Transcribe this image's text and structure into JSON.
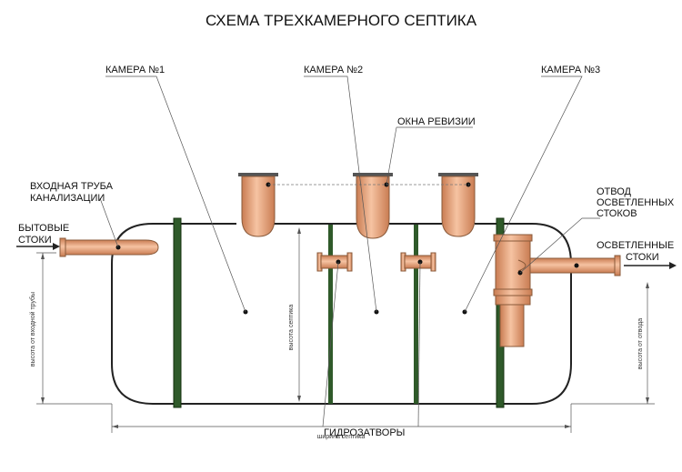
{
  "title": "СХЕМА ТРЕХКАМЕРНОГО СЕПТИКА",
  "labels": {
    "chamber1": "КАМЕРА №1",
    "chamber2": "КАМЕРА №2",
    "chamber3": "КАМЕРА №3",
    "inspection": "ОКНА РЕВИЗИИ",
    "inlet_pipe_line1": "ВХОДНАЯ ТРУБА",
    "inlet_pipe_line2": "КАНАЛИЗАЦИИ",
    "household_line1": "БЫТОВЫЕ",
    "household_line2": "СТОКИ",
    "outlet_line1": "ОТВОД",
    "outlet_line2": "ОСВЕТЛЕННЫХ",
    "outlet_line3": "СТОКОВ",
    "clarified_line1": "ОСВЕТЛЕННЫЕ",
    "clarified_line2": "СТОКИ",
    "water_seals": "ГИДРОЗАТВОРЫ",
    "dim_inlet_height": "высота от входной трубы",
    "dim_tank_height": "высота септика",
    "dim_outlet_height": "высота от отвода",
    "dim_width": "ширина септика"
  },
  "colors": {
    "pipe": "#e8a17a",
    "pipe_stroke": "#8a5a3a",
    "partition": "#2f5a2a",
    "line": "#222222"
  }
}
